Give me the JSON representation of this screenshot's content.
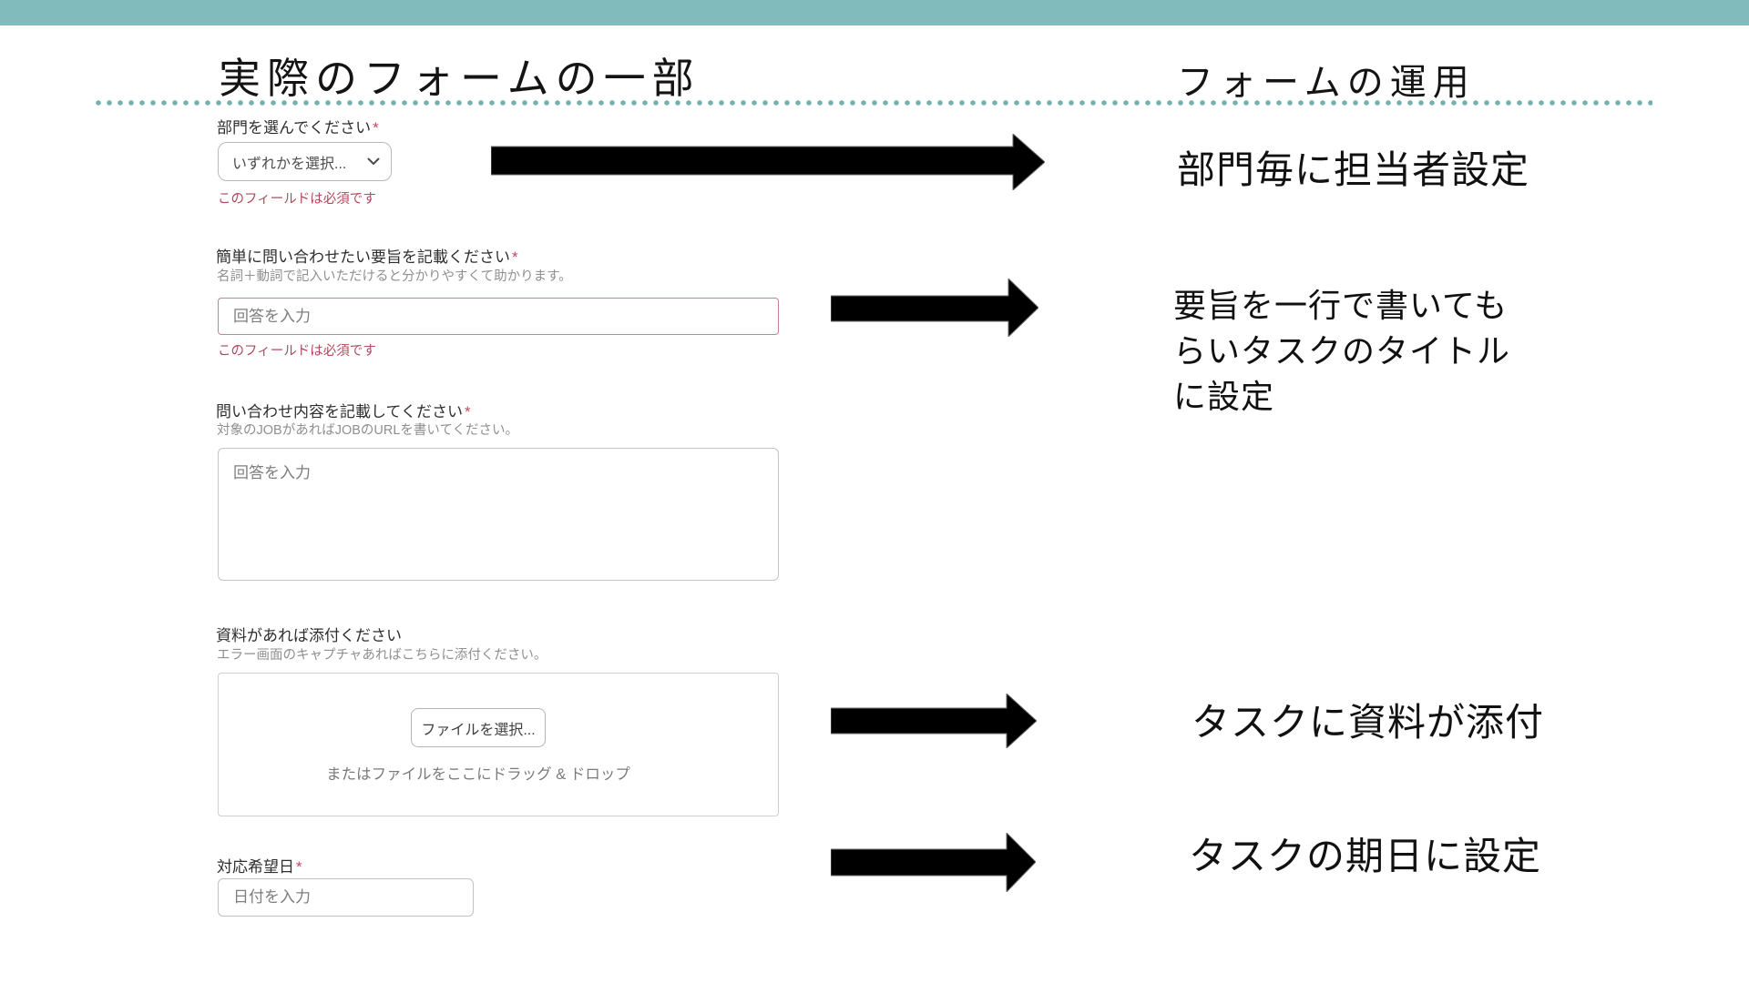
{
  "titles": {
    "left": "実際のフォームの一部",
    "right": "フォームの運用"
  },
  "form": {
    "fields": [
      {
        "label": "部門を選んでください",
        "required_mark": "*",
        "value": "いずれかを選択...",
        "error": "このフィールドは必須です"
      },
      {
        "label": "簡単に問い合わせたい要旨を記載ください",
        "required_mark": "*",
        "helper": "名詞＋動詞で記入いただけると分かりやすくて助かります。",
        "placeholder": "回答を入力",
        "error": "このフィールドは必須です"
      },
      {
        "label": "問い合わせ内容を記載してください",
        "required_mark": "*",
        "helper": "対象のJOBがあればJOBのURLを書いてください。",
        "placeholder": "回答を入力"
      },
      {
        "label": "資料があれば添付ください",
        "helper": "エラー画面のキャプチャあればこちらに添付ください。",
        "button_label": "ファイルを選択...",
        "drag_text": "またはファイルをここにドラッグ & ドロップ"
      },
      {
        "label": "対応希望日",
        "required_mark": "*",
        "placeholder": "日付を入力"
      }
    ]
  },
  "annotations": [
    {
      "text": "部門毎に担当者設定"
    },
    {
      "text": "要旨を一行で書いても\nらいタスクのタイトル\nに設定"
    },
    {
      "text": "タスクに資料が添付"
    },
    {
      "text": "タスクの期日に設定"
    }
  ],
  "colors": {
    "accent_teal": "#82bbbb",
    "dot_teal": "#74b2b2",
    "error_rose": "#b2485c",
    "arrow_black": "#000000"
  }
}
